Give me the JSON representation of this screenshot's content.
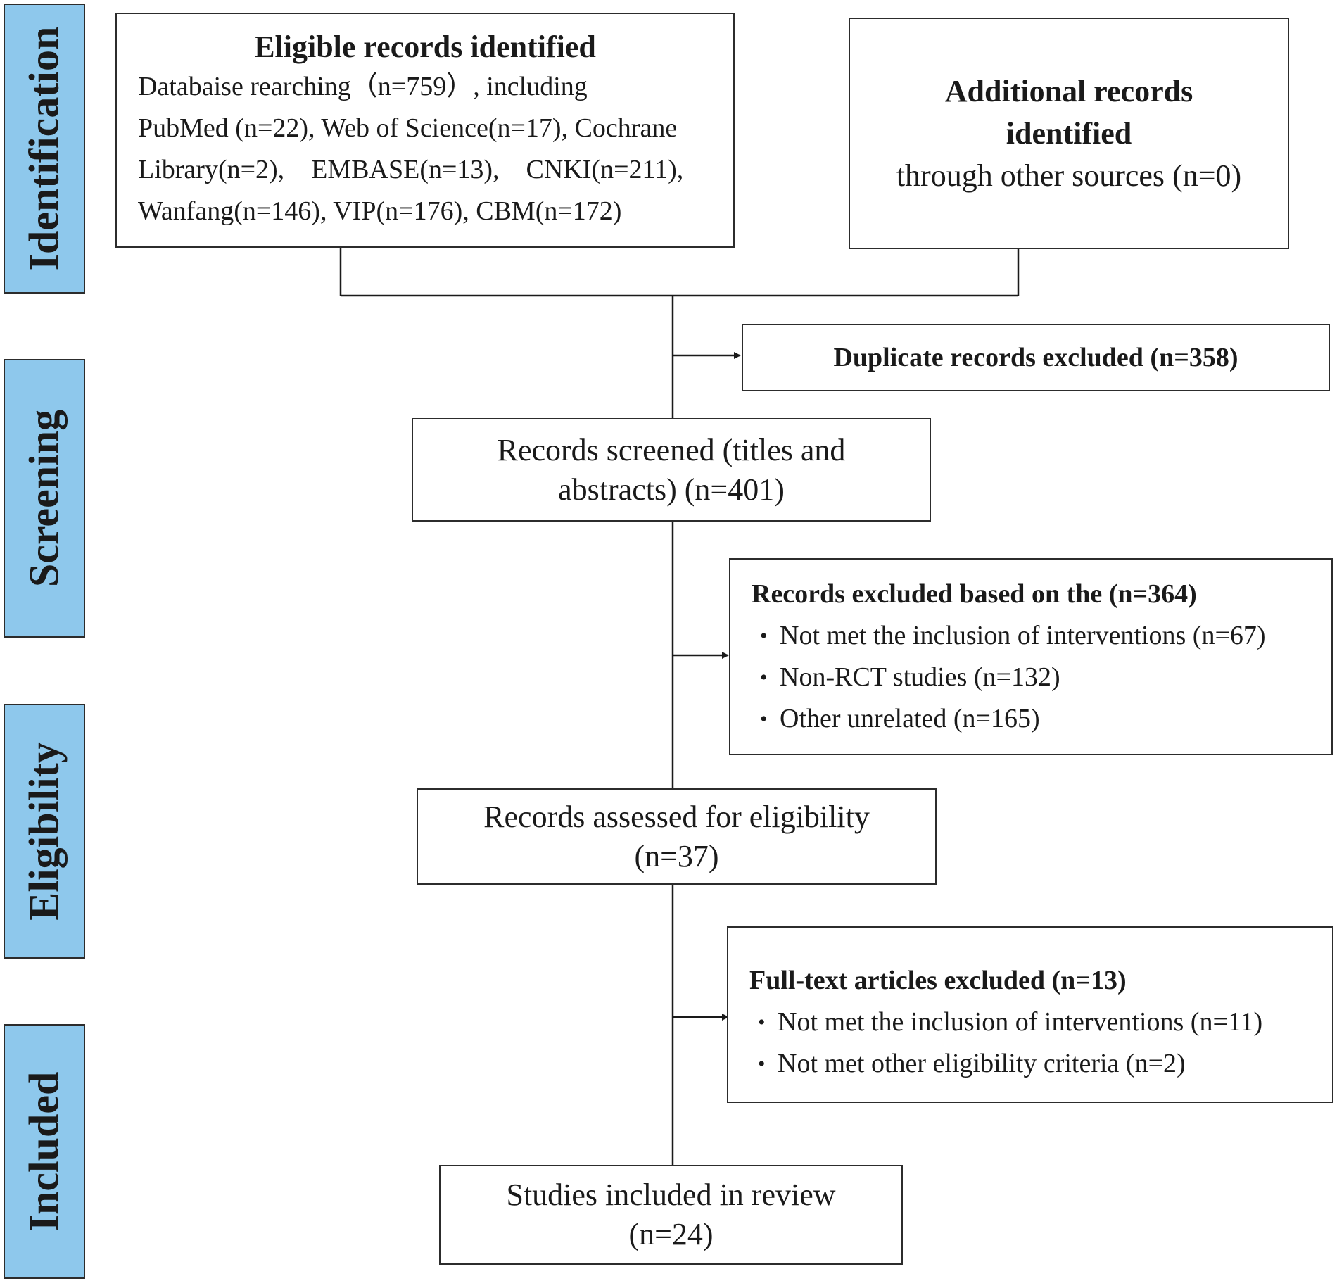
{
  "phases": [
    {
      "label": "Identification"
    },
    {
      "label": "Screening"
    },
    {
      "label": "Eligibility"
    },
    {
      "label": "Included"
    }
  ],
  "eligible_records": {
    "title": "Eligible records identified",
    "lines": [
      "Databaise rearching（n=759）, including",
      "PubMed (n=22), Web of Science(n=17), Cochrane",
      "Library(n=2),    EMBASE(n=13),    CNKI(n=211),",
      "Wanfang(n=146), VIP(n=176), CBM(n=172)"
    ]
  },
  "additional_records": {
    "title_line1": "Additional records",
    "title_line2": "identified",
    "subtitle": "through other sources (n=0)"
  },
  "duplicates": {
    "label": "Duplicate records excluded (n=358)"
  },
  "screened": {
    "line1": "Records screened (titles and",
    "line2": "abstracts) (n=401)"
  },
  "excluded_screening": {
    "title": "Records excluded based on the (n=364)",
    "items": [
      "Not met the inclusion of interventions (n=67)",
      "Non-RCT studies (n=132)",
      "Other unrelated (n=165)"
    ]
  },
  "assessed": {
    "line1": "Records assessed for eligibility",
    "line2": "(n=37)"
  },
  "fulltext_excluded": {
    "title": "Full-text articles excluded (n=13)",
    "items": [
      "Not met the inclusion of interventions (n=11)",
      "Not met other eligibility criteria (n=2)"
    ]
  },
  "included": {
    "line1": "Studies included in review",
    "line2": "(n=24)"
  }
}
